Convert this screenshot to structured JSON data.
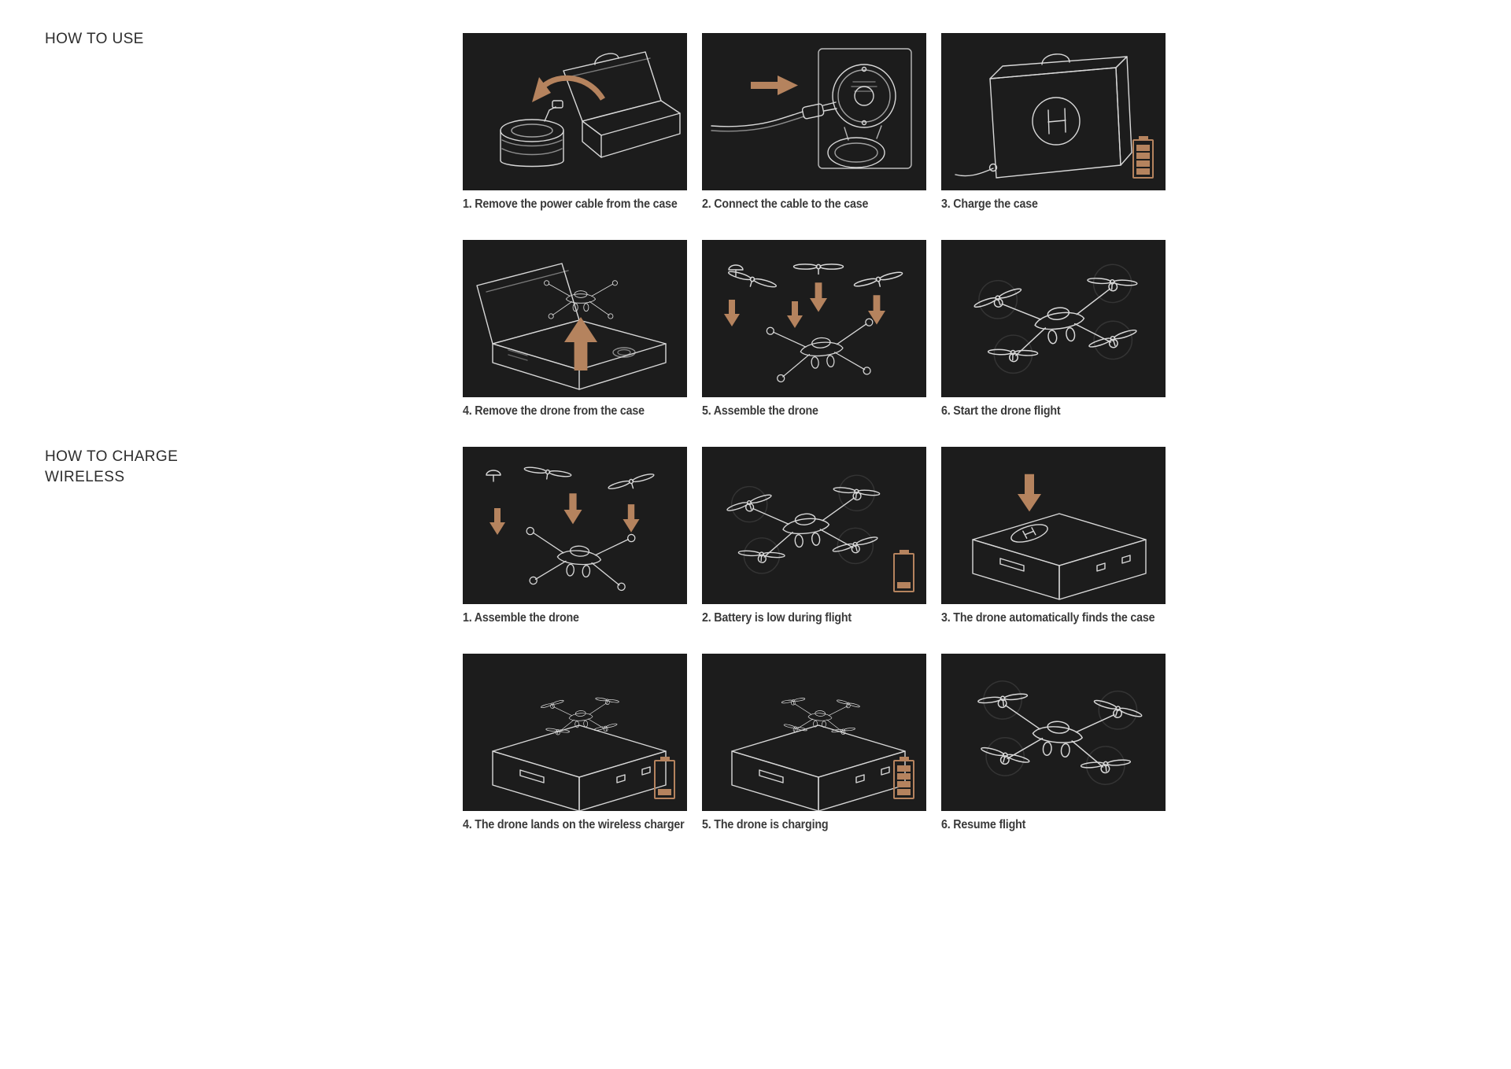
{
  "page": {
    "background": "#ffffff"
  },
  "colors": {
    "panel_background": "#1c1c1c",
    "line_art": "#d8d8d8",
    "accent_copper": "#b5835e",
    "caption_text": "#3a3a3a",
    "heading_text": "#2d2d2d"
  },
  "headings": {
    "how_to_use": "HOW TO USE",
    "how_to_charge_line1": "HOW TO CHARGE",
    "how_to_charge_line2": "WIRELESS"
  },
  "sections": [
    {
      "name": "How to use",
      "panels": [
        {
          "caption": "1. Remove the power cable from the case",
          "illustration": "open-case-with-coiled-cable-and-arrow"
        },
        {
          "caption": "2. Connect the cable to the case",
          "illustration": "cable-plug-approaching-round-port-arrow"
        },
        {
          "caption": "3. Charge the case",
          "illustration": "closed-case-with-h-logo-charging",
          "battery_bars": 4
        },
        {
          "caption": "4. Remove the drone from the case",
          "illustration": "open-case-drone-lifted-up-arrow"
        },
        {
          "caption": "5. Assemble the drone",
          "illustration": "exploded-drone-propellers-down-arrows"
        },
        {
          "caption": "6. Start the drone flight",
          "illustration": "drone-flying"
        }
      ]
    },
    {
      "name": "How to charge wireless",
      "panels": [
        {
          "caption": "1. Assemble the drone",
          "illustration": "exploded-drone-propellers-down-arrows"
        },
        {
          "caption": "2. Battery is low during flight",
          "illustration": "drone-flying-low-battery",
          "battery_bars": 1
        },
        {
          "caption": "3. The drone automatically finds the case",
          "illustration": "closed-case-landing-pad-down-arrow"
        },
        {
          "caption": "4. The drone lands on the wireless charger",
          "illustration": "drone-on-closed-case",
          "battery_bars": 1
        },
        {
          "caption": "5. The drone is charging",
          "illustration": "drone-on-closed-case-charging",
          "battery_bars": 4
        },
        {
          "caption": "6. Resume flight",
          "illustration": "drone-flying"
        }
      ]
    }
  ]
}
